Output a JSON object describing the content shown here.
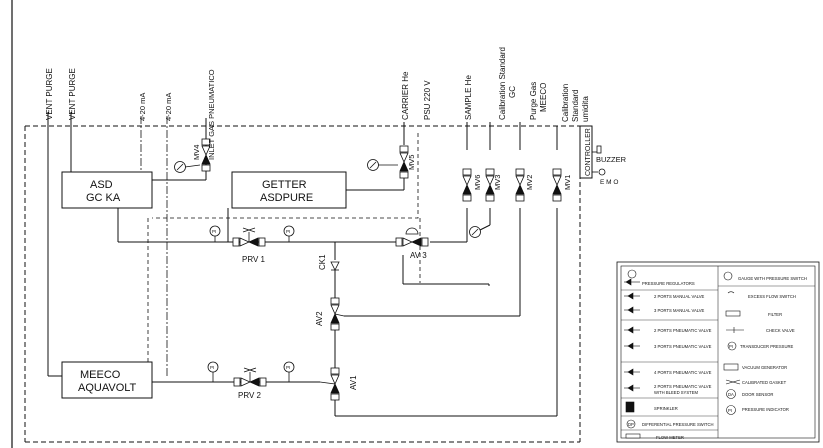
{
  "header_labels": {
    "vent_purge_1": "VENT PURGE",
    "vent_purge_2": "VENT PURGE",
    "ma_1": "4-20 mA",
    "ma_2": "4-20 mA",
    "inlet_gas": "INLET GAS PNEUMATICO",
    "carrier": "CARRIER He",
    "psu": "PSU 220 V",
    "sample": "SAMPLE He",
    "cal_gc_1": "Calibration Standard",
    "cal_gc_2": "GC",
    "purge_gas_1": "Purge Gas",
    "purge_gas_2": "MEECO",
    "cal_umidita_1": "Calibration",
    "cal_umidita_2": "Standard",
    "cal_umidita_3": "umidita"
  },
  "blocks": {
    "asd_1": "ASD",
    "asd_2": "GC KA",
    "getter_1": "GETTER",
    "getter_2": "ASDPURE",
    "meeco_1": "MEECO",
    "meeco_2": "AQUAVOLT",
    "controller": "CONTROLLER",
    "buzzer": "BUZZER",
    "emo": "E M O"
  },
  "valves": {
    "mv4": "MV4",
    "mv5": "MV5",
    "mv6": "MV6",
    "mv3": "MV3",
    "mv2": "MV2",
    "mv1": "MV1",
    "prv1": "PRV 1",
    "prv2": "PRV 2",
    "av3": "AV 3",
    "av2": "AV2",
    "av1": "AV1",
    "ck1": "CK1",
    "pi": "PI"
  },
  "legend": {
    "pressure_regulators": "PRESSURE REGULATORS",
    "gauge_switch": "GAUGE WITH PRESSURE SWITCH",
    "manual_2": "2 PORTS MANUAL VALVE",
    "excess_flow": "EXCESS FLOW SWITCH",
    "manual_3": "3 PORTS MANUAL VALVE",
    "filter": "FILTER",
    "pneumatic_2": "2 PORTS PNEUMATIC VALVE",
    "check_valve": "CHECK VALVE",
    "pneumatic_3": "3 PORTS PNEUMATIC VALVE",
    "transducer": "TRANSDUCER PRESSURE",
    "pneumatic_4": "4 PORTS PNEUMATIC VALVE",
    "vacuum": "VACUUM GENERATOR",
    "calibrated_gasket": "CALIBRATED GASKET",
    "bleed_1": "2 PORTS PNEUMATIC VALVE",
    "bleed_2": "WITH BLEED SYSTEM",
    "door_sensor": "DOOR SENSOR",
    "sprinkler": "SPRINKLER",
    "pressure_indicator": "PRESSURE INDICATOR",
    "diff_switch": "DIFFERENTIAL PRESSURE SWITCH",
    "flow_meter": "FLOW METER",
    "sym_pi": "PI",
    "sym_da": "DA",
    "sym_dp": "DP"
  }
}
